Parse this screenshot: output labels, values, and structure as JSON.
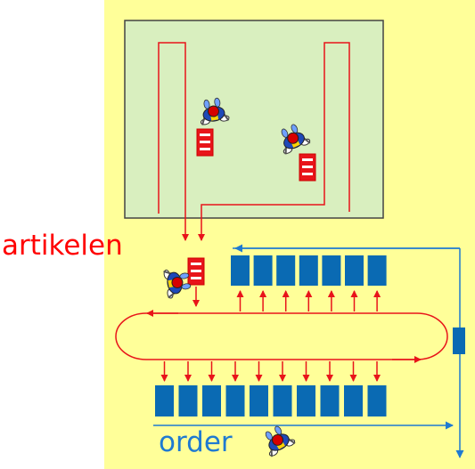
{
  "labels": {
    "incoming": "artikelen",
    "outgoing": "order"
  },
  "colors": {
    "background": "#ffff99",
    "warehouse_fill": "#d9efbf",
    "flow": "#e8141a",
    "bins": "#0a6ab3",
    "lines": "#1f7ad1",
    "label_red": "#ff0000",
    "label_blue": "#1f7ad1"
  },
  "diagram": {
    "top_bin_count": 7,
    "bottom_bin_count": 10,
    "pickers_in_storage": 2,
    "stacked_totes_in_storage": 2,
    "up_arrow_count": 7,
    "down_arrow_count": 10,
    "icons": [
      "person-topdown-icon",
      "red-tote-icon",
      "blue-bin-icon",
      "loop-conveyor-icon"
    ]
  }
}
